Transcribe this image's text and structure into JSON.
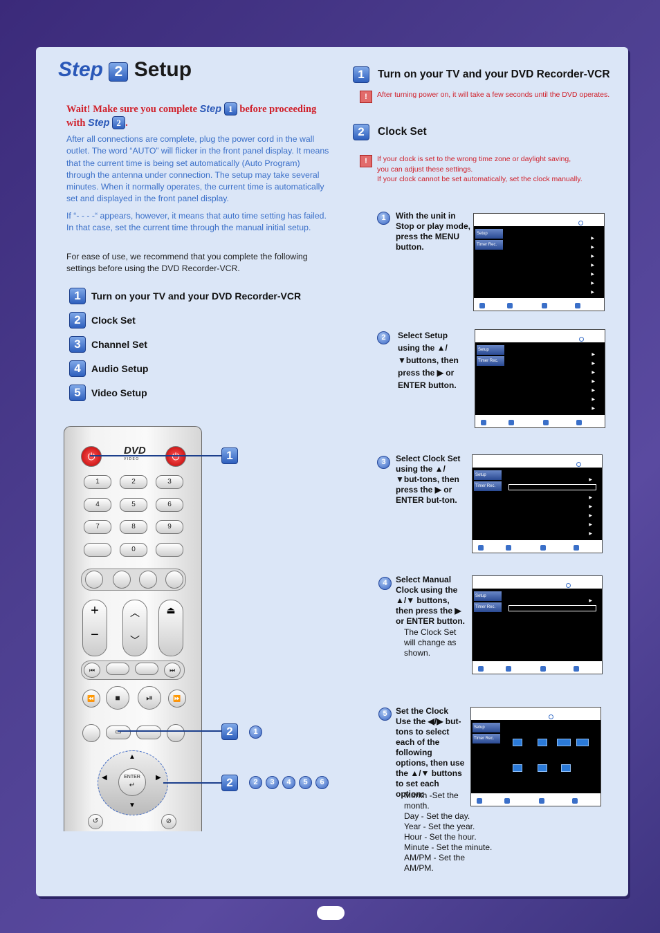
{
  "title": {
    "step_word": "Step",
    "step_num": "2",
    "label": "Setup"
  },
  "wait": {
    "pre": "Wait! Make sure you complete",
    "step_word": "Step",
    "step_num_a": "1",
    "mid": "before proceeding",
    "with": "with",
    "step_num_b": "2",
    "end": "."
  },
  "intro": {
    "p1": "After all connections are complete, plug the power cord in the wall outlet. The word “AUTO” will flicker in the front panel display. It means that the current time is being set automatically (Auto Program) through the antenna under connection. The setup may take several minutes. When it normally operates, the current time is automatically set and displayed in the front panel display.",
    "p2": "If “- - - -“ appears, however, it means that auto time setting has failed. In that case, set the current time through the manual initial setup.",
    "p3": "For ease of use, we recommend that you complete the following settings before using the DVD Recorder-VCR."
  },
  "list": [
    {
      "num": "1",
      "label": "Turn on your TV and your DVD Recorder-VCR"
    },
    {
      "num": "2",
      "label": "Clock Set"
    },
    {
      "num": "3",
      "label": "Channel Set"
    },
    {
      "num": "4",
      "label": "Audio Setup"
    },
    {
      "num": "5",
      "label": "Video Setup"
    }
  ],
  "right": {
    "s1": {
      "num": "1",
      "title": "Turn on your TV and your DVD Recorder-VCR",
      "note": "After turning power on, it will take a few seconds until the DVD operates."
    },
    "s2": {
      "num": "2",
      "title": "Clock Set",
      "note1": "If your clock is set to the wrong time zone or daylight saving,",
      "note2": "you can adjust these settings.",
      "note3": "If your clock cannot be set automatically, set the clock manually."
    }
  },
  "steps": [
    {
      "num": "1",
      "text": "With the unit in Stop or play mode, press the MENU button."
    },
    {
      "num": "2",
      "text": "Select Setup using the ▲/▼buttons, then press the ▶ or ENTER button."
    },
    {
      "num": "3",
      "text": "Select Clock Set using the ▲/▼but-tons, then press the ▶ or ENTER but-ton."
    },
    {
      "num": "4",
      "text": "Select Manual Clock using the ▲/▼ buttons, then press the ▶ or ENTER button.",
      "extra": "The Clock Set will change as shown."
    },
    {
      "num": "5",
      "text": "Set the Clock Use the ◀/▶ but-tons to select each of the following options, then use the ▲/▼ buttons to set each option:",
      "options": [
        "Month -Set the month.",
        "Day - Set the day.",
        "Year - Set the year.",
        "Hour - Set the hour.",
        "Minute - Set the minute.",
        "AM/PM - Set the AM/PM."
      ]
    }
  ],
  "screen": {
    "tab1": "Setup",
    "tab2": "Timer Rec."
  },
  "remote": {
    "logo": "DVD",
    "logo_sub": "V I D E O",
    "digits": [
      "1",
      "2",
      "3",
      "4",
      "5",
      "6",
      "7",
      "8",
      "9",
      "0"
    ],
    "enter": "ENTER",
    "callout1": "1",
    "callout2": "2",
    "callout3": "2",
    "sub_a": [
      "1"
    ],
    "sub_b": [
      "2",
      "3",
      "4",
      "5",
      "6"
    ]
  },
  "colors": {
    "accent": "#2a58b8",
    "warning": "#d0202a",
    "panel": "#dbe6f7"
  }
}
